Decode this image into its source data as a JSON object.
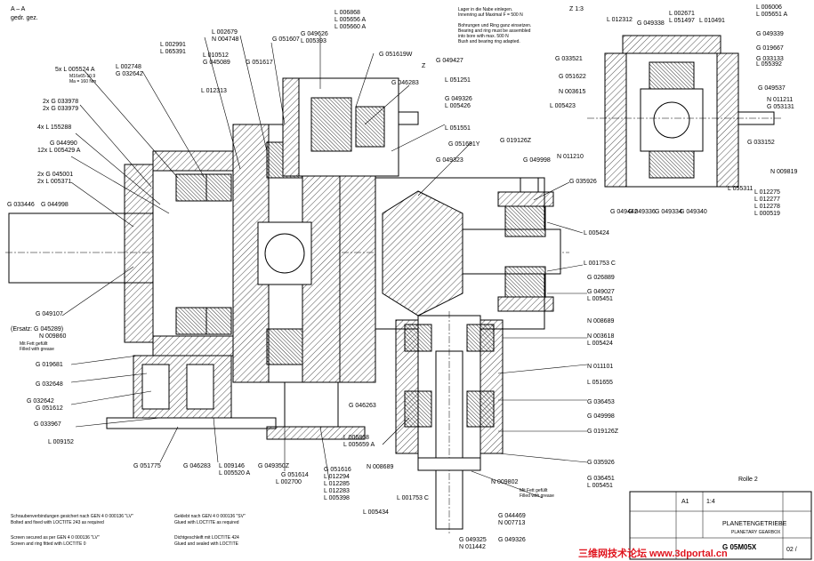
{
  "view_labels": {
    "section": "A – A",
    "section_sub": "gedr. gez.",
    "detail_z": "Z 1:3",
    "z_marker": "Z",
    "roll": "Rolle 2"
  },
  "callouts_left": [
    {
      "id": "c1",
      "text": "5x L 005524 A"
    },
    {
      "id": "c2",
      "text": "M16x65-10.9"
    },
    {
      "id": "c3",
      "text": "Ma = 160 Nm"
    },
    {
      "id": "c4",
      "text": "2x G 033978"
    },
    {
      "id": "c5",
      "text": "2x G 033979"
    },
    {
      "id": "c6",
      "text": "4x L 155288"
    },
    {
      "id": "c7",
      "text": "G 044990"
    },
    {
      "id": "c8",
      "text": "12x L 005429 A"
    },
    {
      "id": "c9",
      "text": "2x G 045001"
    },
    {
      "id": "c10",
      "text": "2x L 005371"
    },
    {
      "id": "c11",
      "text": "G 033446"
    },
    {
      "id": "c12",
      "text": "G 044998"
    },
    {
      "id": "c13",
      "text": "G 049107"
    },
    {
      "id": "c14",
      "text": "(Ersatz: G 045289)"
    },
    {
      "id": "c15",
      "text": "N 009860"
    },
    {
      "id": "c16",
      "text": "Mit Fett gefüllt"
    },
    {
      "id": "c17",
      "text": "Filled with grease"
    },
    {
      "id": "c18",
      "text": "G 019681"
    },
    {
      "id": "c19",
      "text": "G 032648"
    },
    {
      "id": "c20",
      "text": "G 032642"
    },
    {
      "id": "c21",
      "text": "G 051612"
    },
    {
      "id": "c22",
      "text": "G 033967"
    },
    {
      "id": "c23",
      "text": "L 009152"
    }
  ],
  "callouts_top": [
    {
      "id": "t1",
      "text": "L 002748"
    },
    {
      "id": "t2",
      "text": "G 032642"
    },
    {
      "id": "t3",
      "text": "L 002991"
    },
    {
      "id": "t4",
      "text": "L 065391"
    },
    {
      "id": "t5",
      "text": "L 002679"
    },
    {
      "id": "t6",
      "text": "N 004748"
    },
    {
      "id": "t7",
      "text": "L 010512"
    },
    {
      "id": "t8",
      "text": "G 045089"
    },
    {
      "id": "t9",
      "text": "L 012313"
    },
    {
      "id": "t10",
      "text": "G 051617"
    },
    {
      "id": "t11",
      "text": "G 051607"
    },
    {
      "id": "t12",
      "text": "L 006868"
    },
    {
      "id": "t13",
      "text": "L 005656 A"
    },
    {
      "id": "t14",
      "text": "L 005660 A"
    },
    {
      "id": "t15",
      "text": "G 049626"
    },
    {
      "id": "t16",
      "text": "L 005393"
    },
    {
      "id": "t17",
      "text": "G 051619W"
    },
    {
      "id": "t18",
      "text": "G 046283"
    },
    {
      "id": "t19",
      "text": "G 049427"
    },
    {
      "id": "t20",
      "text": "L 051251"
    },
    {
      "id": "t21",
      "text": "G 049326"
    },
    {
      "id": "t22",
      "text": "L 005426"
    },
    {
      "id": "t23",
      "text": "L 051551"
    },
    {
      "id": "t24",
      "text": "G 051691Y"
    },
    {
      "id": "t25",
      "text": "G 049323"
    },
    {
      "id": "t26",
      "text": "G 019126Z"
    },
    {
      "id": "t27",
      "text": "G 049998"
    }
  ],
  "note_top": [
    "Lager in die Nabe einlegen.",
    "Innenring auf Maximal F = 500 N",
    "Bohrungen und Ring ganz einsetzen.",
    "Bearing and ring must be assembled",
    "into bore with max. 500 N",
    "Bush and bearing ring adapted."
  ],
  "callouts_right": [
    {
      "id": "r1",
      "text": "G 035926"
    },
    {
      "id": "r2",
      "text": "L 005424"
    },
    {
      "id": "r3",
      "text": "L 001753 C"
    },
    {
      "id": "r4",
      "text": "G 026889"
    },
    {
      "id": "r5",
      "text": "G 049027"
    },
    {
      "id": "r6",
      "text": "L 005451"
    },
    {
      "id": "r7",
      "text": "N 008689"
    },
    {
      "id": "r8",
      "text": "N 003618"
    },
    {
      "id": "r9",
      "text": "L 005424"
    },
    {
      "id": "r10",
      "text": "N 011101"
    },
    {
      "id": "r11",
      "text": "L 051655"
    },
    {
      "id": "r12",
      "text": "G 036453"
    },
    {
      "id": "r13",
      "text": "G 049998"
    },
    {
      "id": "r14",
      "text": "G 019126Z"
    },
    {
      "id": "r15",
      "text": "G 035926"
    },
    {
      "id": "r16",
      "text": "G 036451"
    },
    {
      "id": "r17",
      "text": "L 005451"
    }
  ],
  "callouts_bottom": [
    {
      "id": "b1",
      "text": "G 051775"
    },
    {
      "id": "b2",
      "text": "G 046283"
    },
    {
      "id": "b3",
      "text": "L 009146"
    },
    {
      "id": "b4",
      "text": "L 005520 A"
    },
    {
      "id": "b5",
      "text": "G 049350Z"
    },
    {
      "id": "b6",
      "text": "G 051614"
    },
    {
      "id": "b7",
      "text": "L 002700"
    },
    {
      "id": "b8",
      "text": "G 051616"
    },
    {
      "id": "b9",
      "text": "L 012294"
    },
    {
      "id": "b10",
      "text": "L 012285"
    },
    {
      "id": "b11",
      "text": "L 012283"
    },
    {
      "id": "b12",
      "text": "L 005398"
    },
    {
      "id": "b13",
      "text": "L 006868"
    },
    {
      "id": "b14",
      "text": "L 005659 A"
    },
    {
      "id": "b15",
      "text": "N 008689"
    },
    {
      "id": "b16",
      "text": "G 046263"
    },
    {
      "id": "b17",
      "text": "L 001753 C"
    },
    {
      "id": "b18",
      "text": "L 005434"
    },
    {
      "id": "b19",
      "text": "N 009802"
    },
    {
      "id": "b20",
      "text": "G 044469"
    },
    {
      "id": "b21",
      "text": "N 007713"
    },
    {
      "id": "b22",
      "text": "G 049325"
    },
    {
      "id": "b23",
      "text": "N 011442"
    },
    {
      "id": "b24",
      "text": "G 049326"
    },
    {
      "id": "b25",
      "text": "Mit Fett gefüllt"
    },
    {
      "id": "b26",
      "text": "Filled with grease"
    }
  ],
  "callouts_detail": [
    {
      "id": "d1",
      "text": "L 012312"
    },
    {
      "id": "d2",
      "text": "L 002671"
    },
    {
      "id": "d3",
      "text": "L 051497"
    },
    {
      "id": "d4",
      "text": "G 049338"
    },
    {
      "id": "d5",
      "text": "L 010491"
    },
    {
      "id": "d6",
      "text": "L 006006"
    },
    {
      "id": "d7",
      "text": "L 005651 A"
    },
    {
      "id": "d8",
      "text": "G 049339"
    },
    {
      "id": "d9",
      "text": "G 019667"
    },
    {
      "id": "d10",
      "text": "L 055392"
    },
    {
      "id": "d11",
      "text": "G 033133"
    },
    {
      "id": "d12",
      "text": "G 033521"
    },
    {
      "id": "d13",
      "text": "G 051622"
    },
    {
      "id": "d14",
      "text": "N 003615"
    },
    {
      "id": "d15",
      "text": "L 005423"
    },
    {
      "id": "d16",
      "text": "G 049537"
    },
    {
      "id": "d17",
      "text": "N 011211"
    },
    {
      "id": "d18",
      "text": "G 053131"
    },
    {
      "id": "d19",
      "text": "G 033152"
    },
    {
      "id": "d20",
      "text": "N 011210"
    },
    {
      "id": "d21",
      "text": "N 009819"
    },
    {
      "id": "d22",
      "text": "G 049442"
    },
    {
      "id": "d23",
      "text": "G 049336"
    },
    {
      "id": "d24",
      "text": "G 049334"
    },
    {
      "id": "d25",
      "text": "G 049340"
    },
    {
      "id": "d26",
      "text": "L 055311"
    },
    {
      "id": "d27",
      "text": "L 012275"
    },
    {
      "id": "d28",
      "text": "L 012277"
    },
    {
      "id": "d29",
      "text": "L 012278"
    },
    {
      "id": "d30",
      "text": "L 000519"
    }
  ],
  "notes_bottom": [
    "Schraubenverbindungen gesichert nach GEN 4 0 000136 \"LV\"",
    "Bolted and fixed with LOCTITE 243 as required",
    "Screen secured as per GEN 4 0 000136 \"LV\"",
    "Screen and ring fitted with LOCTITE 0",
    "Geklebt nach GEN 4 0 000136 \"SV\"",
    "Glued with LOCTITE as required",
    "Dichtgeschleift mit LOCTITE 424",
    "Glued and sealed with LOCTITE"
  ],
  "title_block": {
    "title_de": "PLANETENGETRIEBE",
    "title_en": "PLANETARY GEARBOX",
    "drawing_no": "G 05M05X",
    "scale": "1:4",
    "format": "A1",
    "sheet": "02 /"
  },
  "watermark": "三维网技术论坛 www.3dportal.cn",
  "colors": {
    "line": "#000000",
    "paper": "#ffffff",
    "watermark": "#e0141e"
  }
}
